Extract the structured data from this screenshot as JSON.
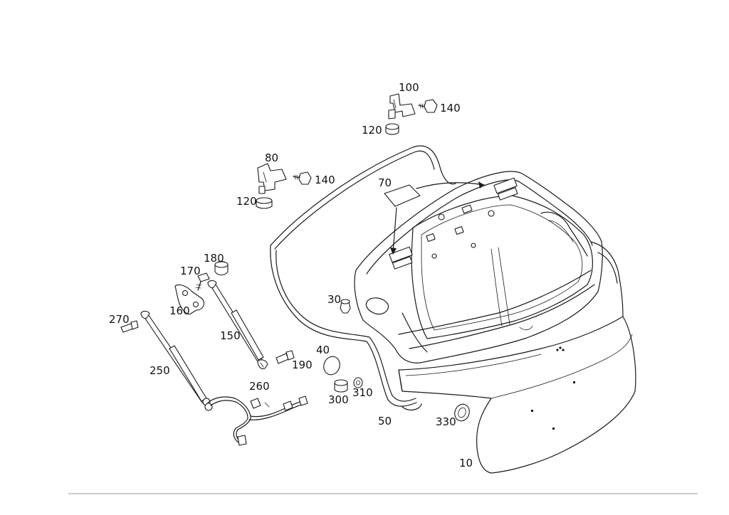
{
  "diagram": {
    "part_labels": [
      "100",
      "140",
      "120",
      "80",
      "140",
      "120",
      "70",
      "180",
      "170",
      "160",
      "30",
      "270",
      "150",
      "40",
      "250",
      "190",
      "260",
      "310",
      "300",
      "50",
      "330",
      "10"
    ]
  }
}
